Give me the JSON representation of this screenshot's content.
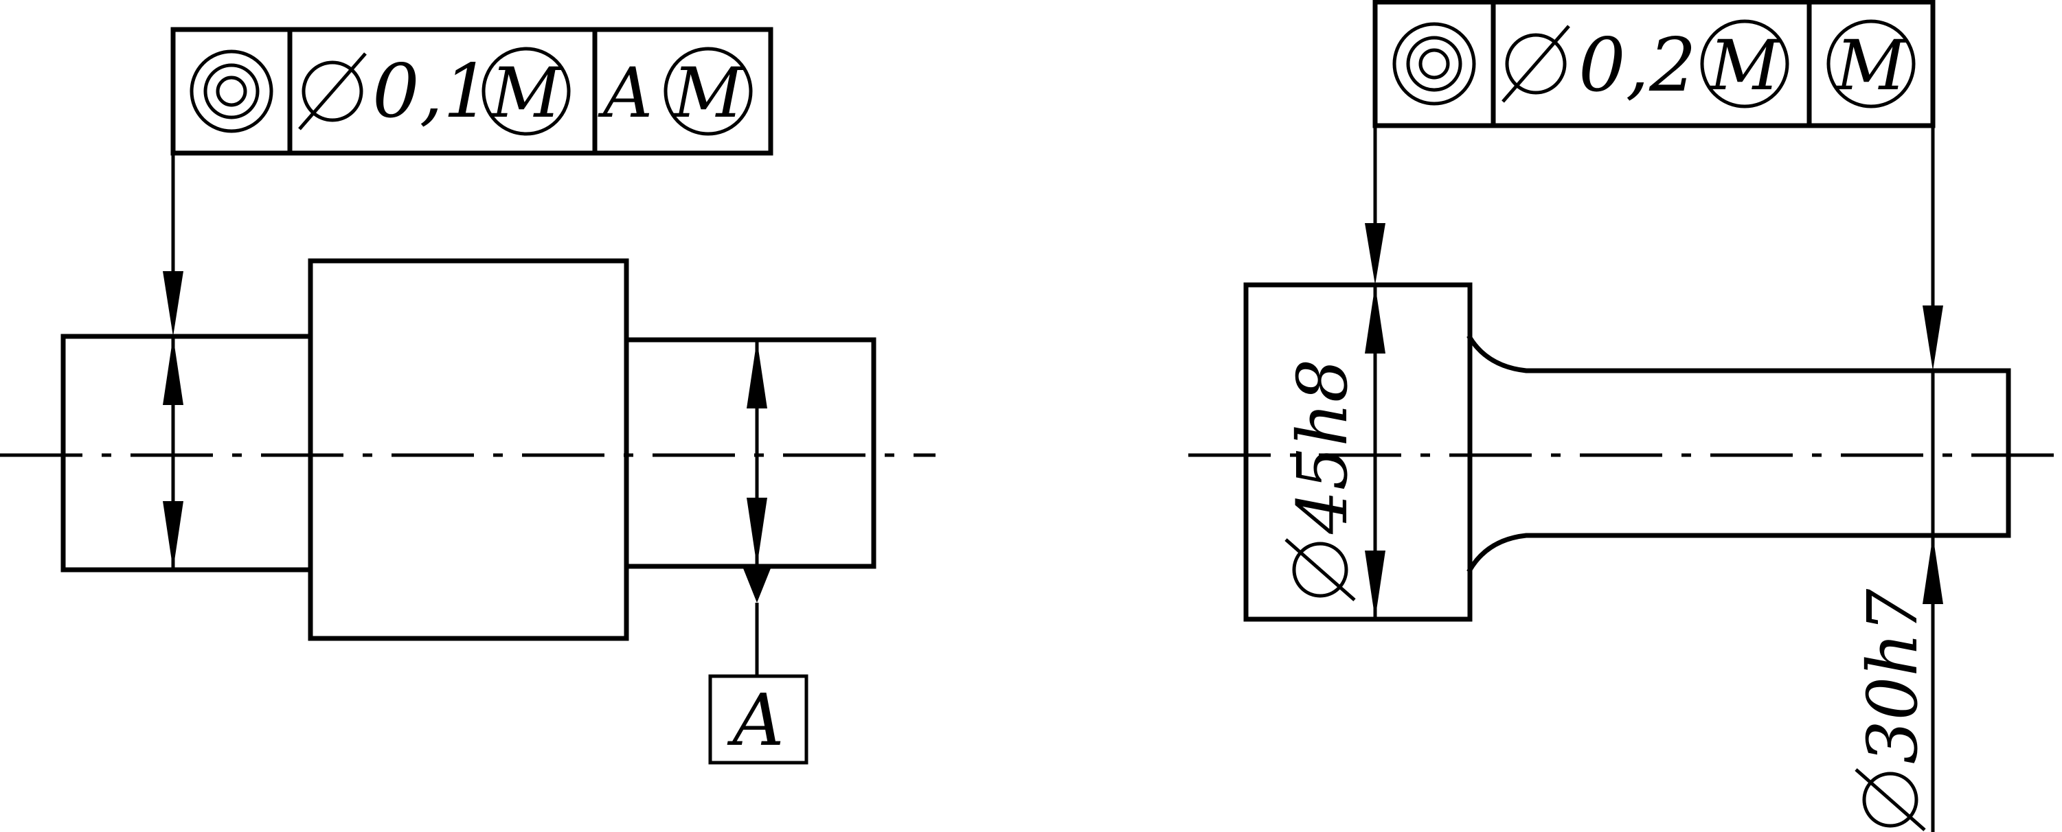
{
  "left_part": {
    "fcf": {
      "symbol_icon": "concentricity-symbol",
      "tolerance_prefix_icon": "diameter-symbol",
      "tolerance_value": "0,1",
      "tolerance_modifier": "M",
      "datum_letter": "A",
      "datum_modifier": "M"
    },
    "datum_label": "A"
  },
  "right_part": {
    "fcf": {
      "symbol_icon": "concentricity-symbol",
      "tolerance_prefix_icon": "diameter-symbol",
      "tolerance_value": "0,2",
      "tolerance_modifier": "M",
      "datum_modifier": "M"
    },
    "dimension_large": "45h8",
    "dimension_small": "30h7",
    "dimension_prefix_icon": "diameter-symbol"
  }
}
